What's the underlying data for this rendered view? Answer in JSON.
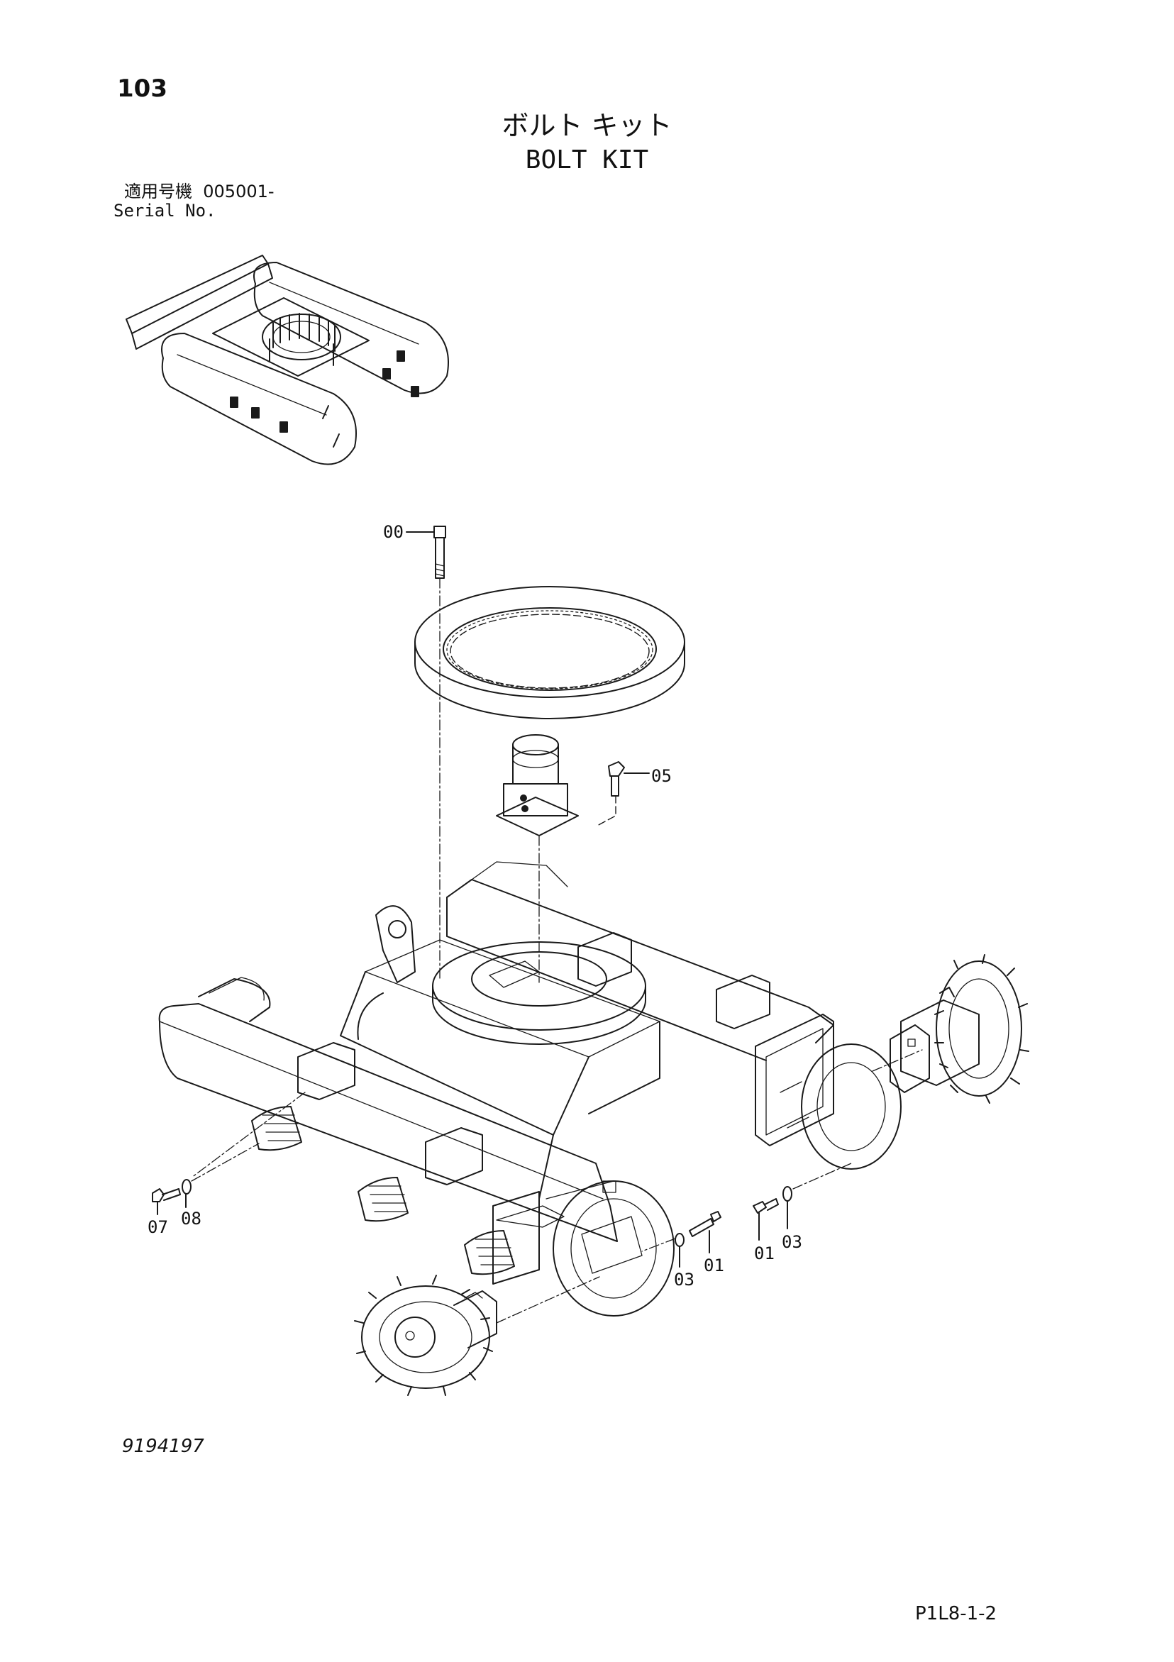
{
  "header": {
    "page_number": "103",
    "title_ja": "ボルト キット",
    "title_en": "BOLT KIT",
    "serial_label_ja": "適用号機",
    "serial_value": "005001-",
    "serial_label_en": "Serial No."
  },
  "callouts": {
    "c00": "00",
    "c05": "05",
    "c07": "07",
    "c08": "08",
    "c03_left": "03",
    "c01_left": "01",
    "c01_right": "01",
    "c03_right": "03"
  },
  "footer": {
    "drawing_number": "9194197",
    "page_code": "P1L8-1-2"
  }
}
